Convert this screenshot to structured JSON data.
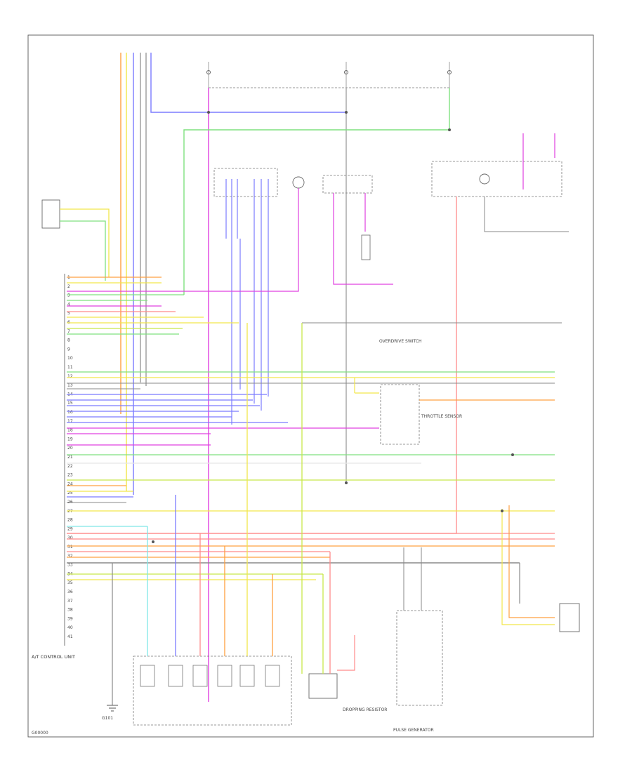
{
  "colors": {
    "background": "#ffffff",
    "frame": "#888888",
    "wire_green": "#7fe07f",
    "wire_yellow_green": "#c8e84a",
    "wire_blue": "#7b7bff",
    "wire_magenta": "#e040e0",
    "wire_pink": "#ff8a8a",
    "wire_orange": "#ffa040",
    "wire_yellow": "#f2e64a",
    "wire_gray": "#8a8a8a",
    "wire_cyan": "#7fe8e8"
  },
  "labels": {
    "control_unit": "A/T CONTROL UNIT",
    "overdrive_switch": "OVERDRIVE SWITCH",
    "throttle_sensor": "THROTTLE SENSOR",
    "pulse_generator": "PULSE GENERATOR",
    "dropping_resistor": "DROPPING RESISTOR",
    "ground": "G101",
    "footer": "G00000"
  },
  "connector_rows": [
    "1",
    "2",
    "3",
    "4",
    "5",
    "6",
    "7",
    "8",
    "9",
    "10",
    "11",
    "12",
    "13",
    "14",
    "15",
    "16",
    "17",
    "18",
    "19",
    "20",
    "21",
    "22",
    "23",
    "24",
    "25",
    "26",
    "27",
    "28",
    "29",
    "30",
    "31",
    "32",
    "33",
    "34",
    "35",
    "36",
    "37",
    "38",
    "39",
    "40",
    "41"
  ]
}
